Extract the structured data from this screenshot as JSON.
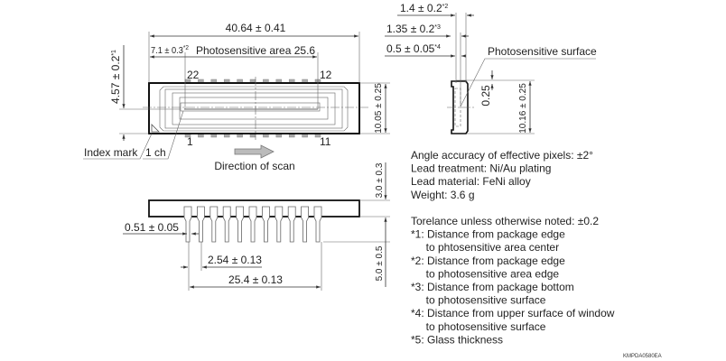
{
  "top_view": {
    "overall_length": "40.64 ± 0.41",
    "edge_offset": "7.1 ± 0.3",
    "edge_offset_note": "*2",
    "photosensitive_area": "Photosensitive area 25.6",
    "height_offset": "4.57 ± 0.2",
    "height_offset_note": "*1",
    "width": "10.05 ± 0.25",
    "pin_22": "22",
    "pin_12": "12",
    "pin_1": "1",
    "pin_11": "11",
    "index_mark": "Index mark",
    "first_channel": "1 ch",
    "direction": "Direction of scan"
  },
  "side_view": {
    "dim_a": "1.4 ± 0.2",
    "dim_a_note": "*2",
    "dim_b": "1.35 ± 0.2",
    "dim_b_note": "*3",
    "dim_c": "0.5 ± 0.05",
    "dim_c_note": "*4",
    "surface_label": "Photosensitive surface",
    "glass": "0.25",
    "width": "10.16 ± 0.25"
  },
  "front_view": {
    "body_height": "3.0 ± 0.3",
    "lead_length": "5.0 ± 0.5",
    "lead_width": "0.51 ± 0.05",
    "pitch": "2.54 ± 0.13",
    "span": "25.4 ± 0.13"
  },
  "notes": {
    "lines": [
      "Angle accuracy of effective pixels: ±2°",
      "Lead treatment: Ni/Au plating",
      "Lead material: FeNi alloy",
      "Weight: 3.6 g",
      "",
      "Torelance unless otherwise noted: ±0.2",
      "*1: Distance from package edge",
      "     to phtosensitive area center",
      "*2: Distance from package edge",
      "     to photosensitive area edge",
      "*3: Distance from package bottom",
      "     to photosensitive surface",
      "*4: Distance from upper surface of window",
      "     to photosensitive surface",
      "*5: Glass thickness"
    ]
  },
  "drawing_code": "KMPDA0580EA",
  "pin_count_per_side": 11
}
